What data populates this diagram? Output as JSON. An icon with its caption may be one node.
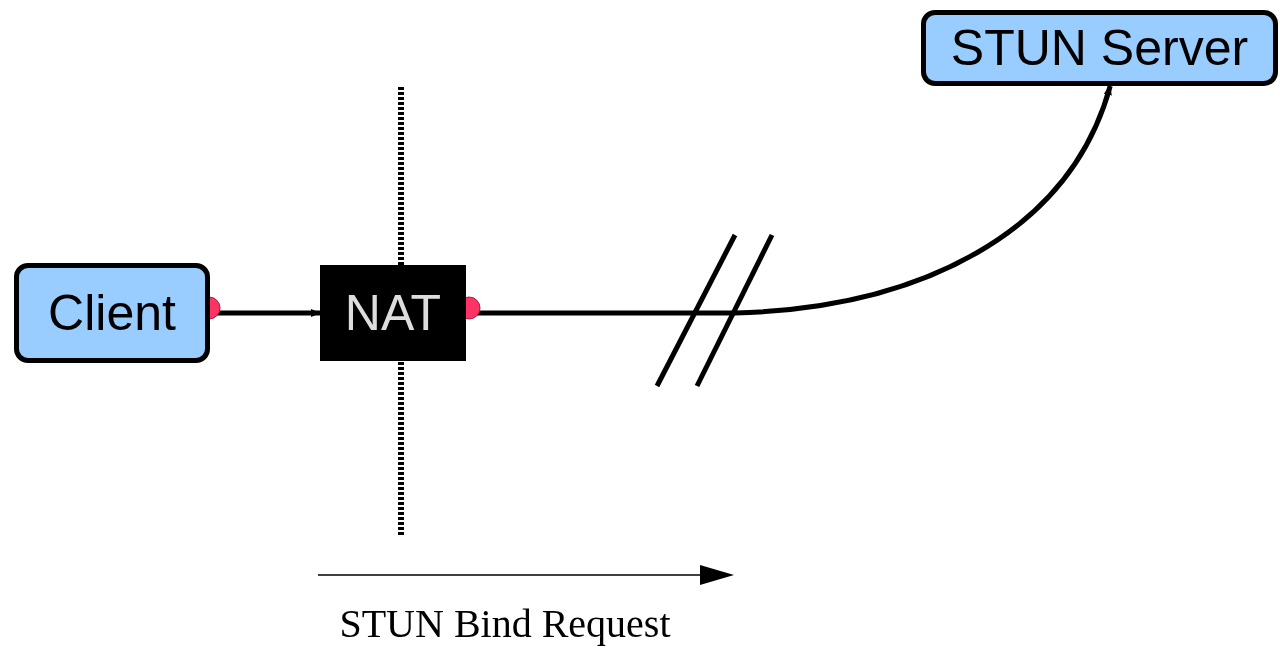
{
  "diagram": {
    "nodes": [
      {
        "text": [
          "Client"
        ]
      },
      {
        "text": [
          "NAT"
        ]
      },
      {
        "text": [
          "STUN Server"
        ]
      }
    ],
    "edges": [
      {
        "from": 0,
        "to": 1,
        "arrow": "to"
      },
      {
        "from": 1,
        "to": 2,
        "arrow": "to"
      }
    ],
    "labels": [
      "STUN Bind Request"
    ]
  }
}
